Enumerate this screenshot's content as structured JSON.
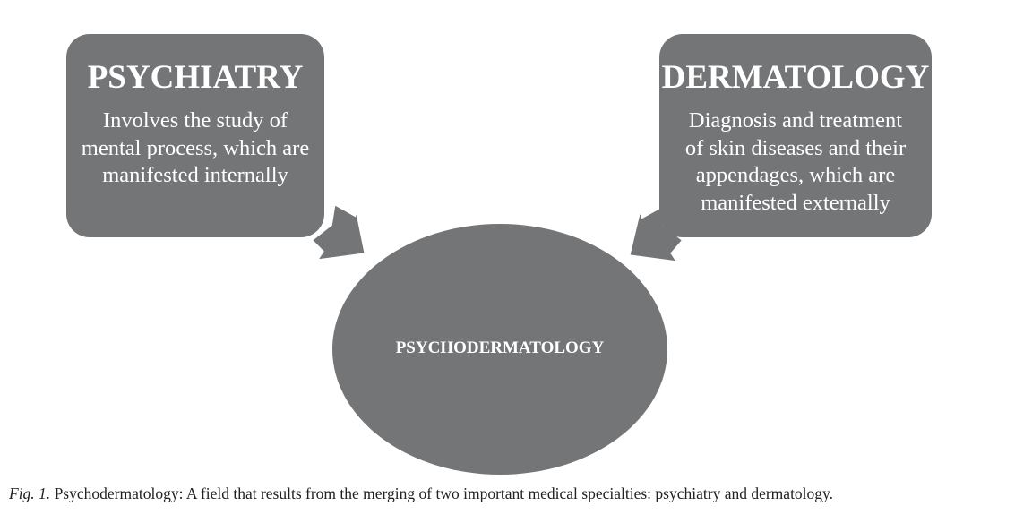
{
  "left_box": {
    "title": "PSYCHIATRY",
    "text": "Involves the study of\nmental process, which are\nmanifested internally"
  },
  "right_box": {
    "title": "DERMATOLOGY",
    "text": "Diagnosis and treatment\nof skin diseases and their\nappendages, which are\nmanifested externally"
  },
  "center": {
    "label": "PSYCHODERMATOLOGY"
  },
  "caption": {
    "fig_label": "Fig. 1.",
    "text": " Psychodermatology: A field that results from the merging of two important medical specialties: psychiatry and dermatology."
  },
  "colors": {
    "shape_fill": "#747577",
    "text_on_shape": "#ffffff"
  }
}
